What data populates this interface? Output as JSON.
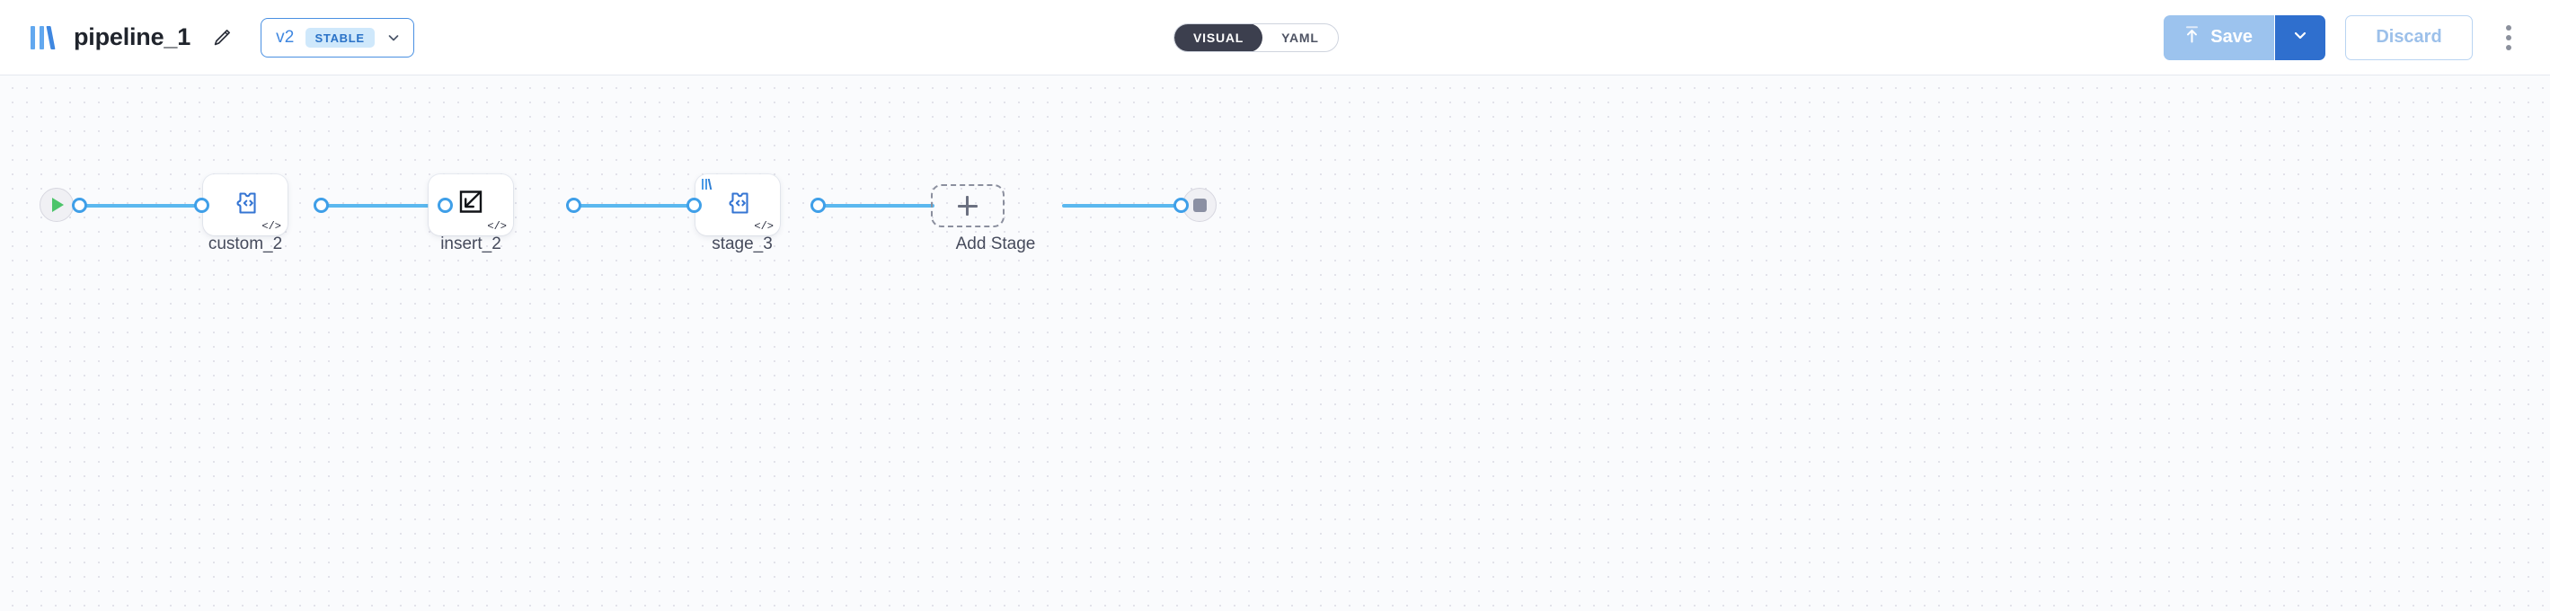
{
  "header": {
    "logo_icon": "pipeline-bars-logo",
    "title": "pipeline_1",
    "edit_icon": "pencil-icon",
    "version": {
      "label": "v2",
      "status_badge": "STABLE",
      "chevron_icon": "chevron-down-icon"
    },
    "mode_toggle": {
      "options": [
        {
          "label": "VISUAL",
          "active": true
        },
        {
          "label": "YAML",
          "active": false
        }
      ]
    },
    "actions": {
      "save_label": "Save",
      "save_icon": "upload-icon",
      "save_caret_icon": "chevron-down-icon",
      "discard_label": "Discard",
      "more_icon": "kebab-menu-icon"
    },
    "colors": {
      "accent_blue": "#3f87e0",
      "save_disabled": "#9cc3ee",
      "save_caret": "#2f6fce",
      "toggle_active": "#3c3f4e",
      "badge_bg": "#cfe8fb",
      "edge": "#5bb8ef"
    }
  },
  "canvas": {
    "start_node": {
      "name": "start-node",
      "icon": "play-icon"
    },
    "end_node": {
      "name": "end-node",
      "icon": "stop-icon"
    },
    "stages": [
      {
        "label": "custom_2",
        "icon": "code-puzzle-icon",
        "code_badge": "</>",
        "has_logo_badge": false
      },
      {
        "label": "insert_2",
        "icon": "insert-arrow-icon",
        "code_badge": "</>",
        "has_logo_badge": false
      },
      {
        "label": "stage_3",
        "icon": "code-puzzle-icon",
        "code_badge": "</>",
        "has_logo_badge": true
      }
    ],
    "add_stage": {
      "label": "Add Stage",
      "icon": "plus-icon"
    }
  }
}
